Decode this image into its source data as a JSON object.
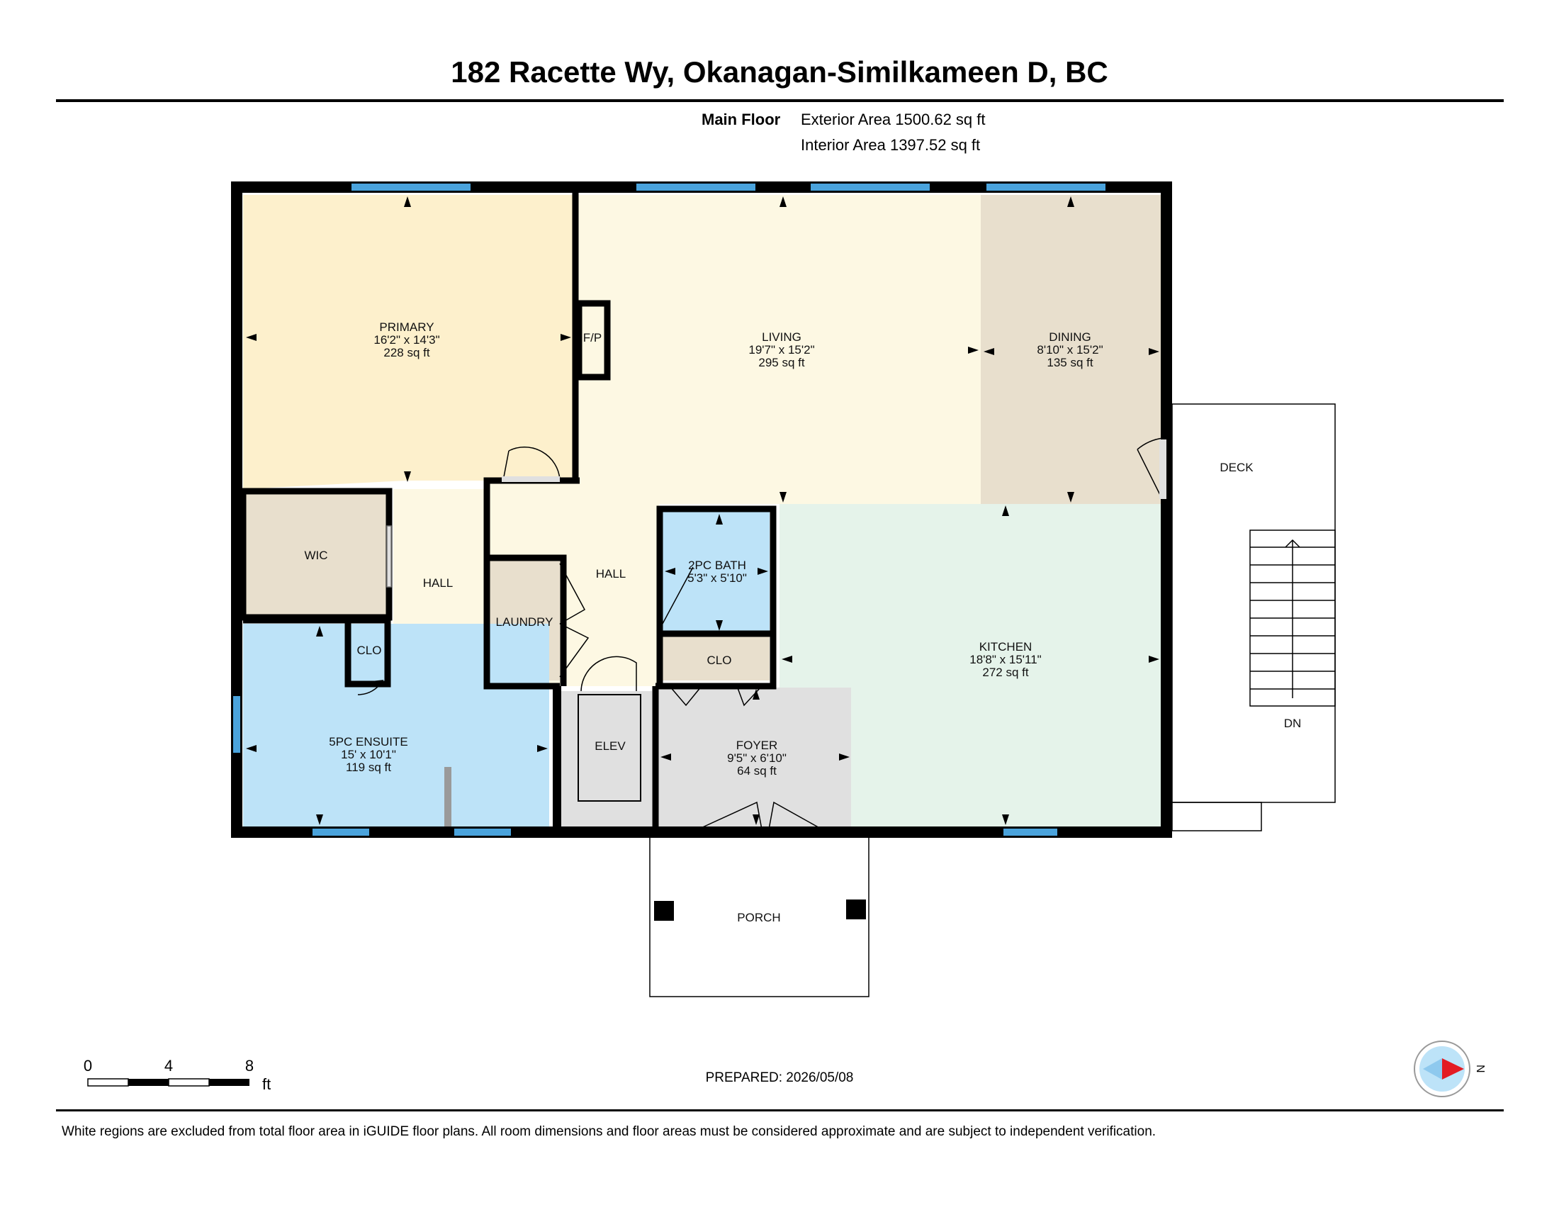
{
  "title": "182 Racette Wy, Okanagan-Similkameen D, BC",
  "floor": {
    "name": "Main Floor",
    "exterior_area": "Exterior Area 1500.62 sq ft",
    "interior_area": "Interior Area 1397.52 sq ft"
  },
  "rooms": {
    "primary": {
      "name": "PRIMARY",
      "dims": "16'2\" x 14'3\"",
      "area": "228 sq ft"
    },
    "fp": {
      "name": "F/P"
    },
    "living": {
      "name": "LIVING",
      "dims": "19'7\" x 15'2\"",
      "area": "295 sq ft"
    },
    "dining": {
      "name": "DINING",
      "dims": "8'10\" x 15'2\"",
      "area": "135 sq ft"
    },
    "wic": {
      "name": "WIC"
    },
    "hall1": {
      "name": "HALL"
    },
    "hall2": {
      "name": "HALL"
    },
    "laundry": {
      "name": "LAUNDRY"
    },
    "bath2": {
      "name": "2PC BATH",
      "dims": "5'3\" x 5'10\""
    },
    "clo_bath": {
      "name": "CLO"
    },
    "kitchen": {
      "name": "KITCHEN",
      "dims": "18'8\" x 15'11\"",
      "area": "272 sq ft"
    },
    "clo_ensuite": {
      "name": "CLO"
    },
    "ensuite": {
      "name": "5PC ENSUITE",
      "dims": "15' x 10'1\"",
      "area": "119 sq ft"
    },
    "elev": {
      "name": "ELEV"
    },
    "foyer": {
      "name": "FOYER",
      "dims": "9'5\" x 6'10\"",
      "area": "64 sq ft"
    },
    "deck": {
      "name": "DECK"
    },
    "dn": {
      "name": "DN"
    },
    "porch": {
      "name": "PORCH"
    }
  },
  "scale": {
    "ticks": [
      "0",
      "4",
      "8"
    ],
    "unit": "ft"
  },
  "compass": {
    "label": "N"
  },
  "prepared": "PREPARED: 2026/05/08",
  "footer": "White regions are excluded from total floor area in iGUIDE floor plans. All room dimensions and floor areas must be considered approximate and are subject to independent verification.",
  "colors": {
    "primary": "#fdf0cc",
    "living": "#fdf8e3",
    "dining": "#e8dfcd",
    "wic": "#e8dfcd",
    "laundry": "#e8dfcd",
    "bath": "#bde3f8",
    "kitchen": "#e5f3ea",
    "foyer": "#e0e0e0",
    "window": "#4aa3dc"
  }
}
